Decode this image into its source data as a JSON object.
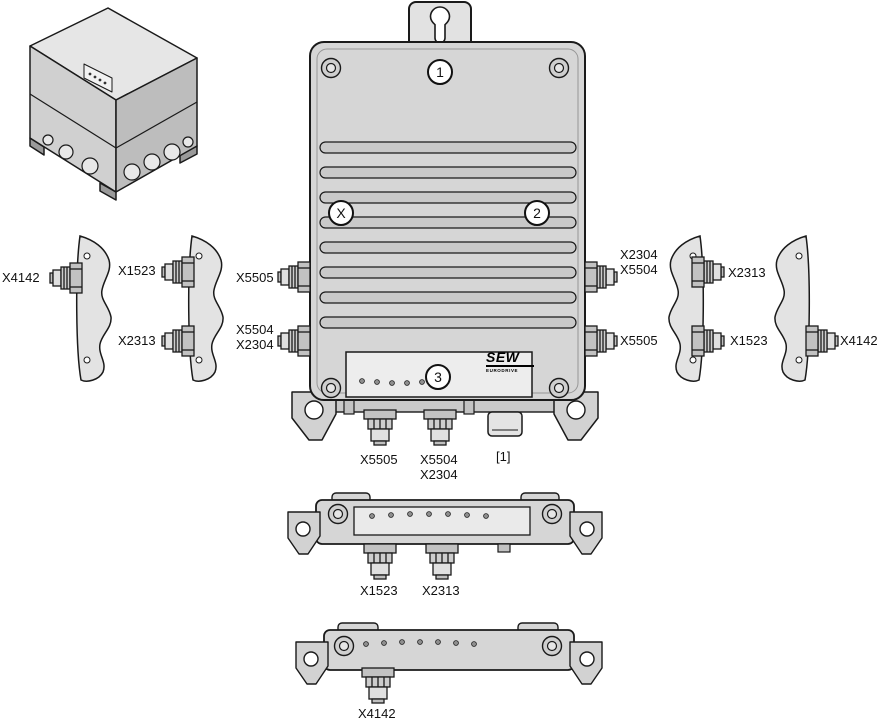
{
  "diagram": {
    "callouts": [
      {
        "label": "1"
      },
      {
        "label": "X"
      },
      {
        "label": "2"
      },
      {
        "label": "3"
      }
    ],
    "logo": {
      "brand": "SEW",
      "subbrand": "EURODRIVE"
    },
    "connector_labels": {
      "left_outer": "X4142",
      "left_inner_top": "X1523",
      "left_inner_bottom": "X2313",
      "body_left_top": "X5505",
      "body_left_bottom_line1": "X5504",
      "body_left_bottom_line2": "X2304",
      "body_right_top_line1": "X2304",
      "body_right_top_line2": "X5504",
      "body_right_bottom": "X5505",
      "right_inner_top": "X2313",
      "right_inner_bottom": "X1523",
      "right_outer": "X4142",
      "bottom_left": "X5505",
      "bottom_mid_line1": "X5504",
      "bottom_mid_line2": "X2304",
      "bottom_cap_ref": "[1]",
      "view2_left": "X1523",
      "view2_right": "X2313",
      "view3": "X4142"
    }
  }
}
